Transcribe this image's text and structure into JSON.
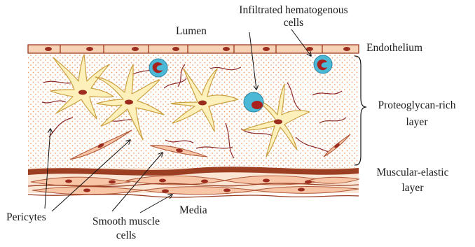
{
  "labels": {
    "lumen": "Lumen",
    "infiltrated_line1": "Infiltrated hematogenous",
    "infiltrated_line2": "cells",
    "endothelium": "Endothelium",
    "proteoglycan_line1": "Proteoglycan-rich",
    "proteoglycan_line2": "layer",
    "muscular_line1": "Muscular-elastic",
    "muscular_line2": "layer",
    "media": "Media",
    "pericytes": "Pericytes",
    "smooth_line1": "Smooth muscle",
    "smooth_line2": "cells"
  },
  "colors": {
    "endothelium_fill": "#f8d2b4",
    "endothelium_stroke": "#9b3b1f",
    "nucleus": "#9c2d1e",
    "matrix_dot": "#f0a070",
    "pericyte_fill": "#fdf0ba",
    "pericyte_stroke": "#caa040",
    "fiber": "#8a2a2a",
    "smooth_muscle_fill": "#f8c5a6",
    "elastic_band": "#9c3e22",
    "immune_cell": "#4bb8d6",
    "immune_nucleus": "#a8221e"
  }
}
